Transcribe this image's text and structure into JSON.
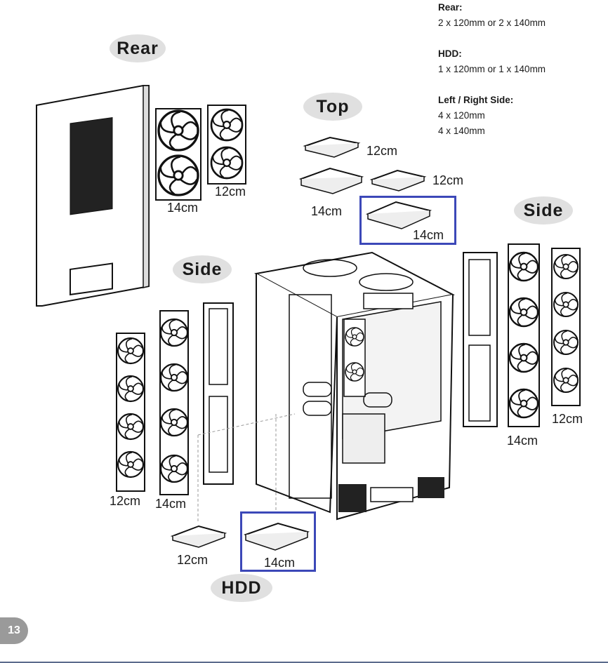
{
  "specs": {
    "rear_heading": "Rear:",
    "rear_value": "2 x 120mm or 2 x 140mm",
    "hdd_heading": "HDD:",
    "hdd_value": "1 x 120mm or 1 x 140mm",
    "side_heading": "Left / Right Side:",
    "side_value_1": "4 x 120mm",
    "side_value_2": "4 x 140mm"
  },
  "section_labels": {
    "rear": "Rear",
    "top": "Top",
    "side_left": "Side",
    "side_right": "Side",
    "hdd": "HDD"
  },
  "fan_labels": {
    "rear_14": "14cm",
    "rear_12": "12cm",
    "top_12_a": "12cm",
    "top_12_b": "12cm",
    "top_14_a": "14cm",
    "top_14_b": "14cm",
    "left_12": "12cm",
    "left_14": "14cm",
    "right_12": "12cm",
    "right_14": "14cm",
    "hdd_12": "12cm",
    "hdd_14": "14cm"
  },
  "page_number": "13",
  "colors": {
    "highlight": "#3c48b8",
    "pill": "#e0e0e0",
    "page_tab": "#9a9a9a"
  }
}
